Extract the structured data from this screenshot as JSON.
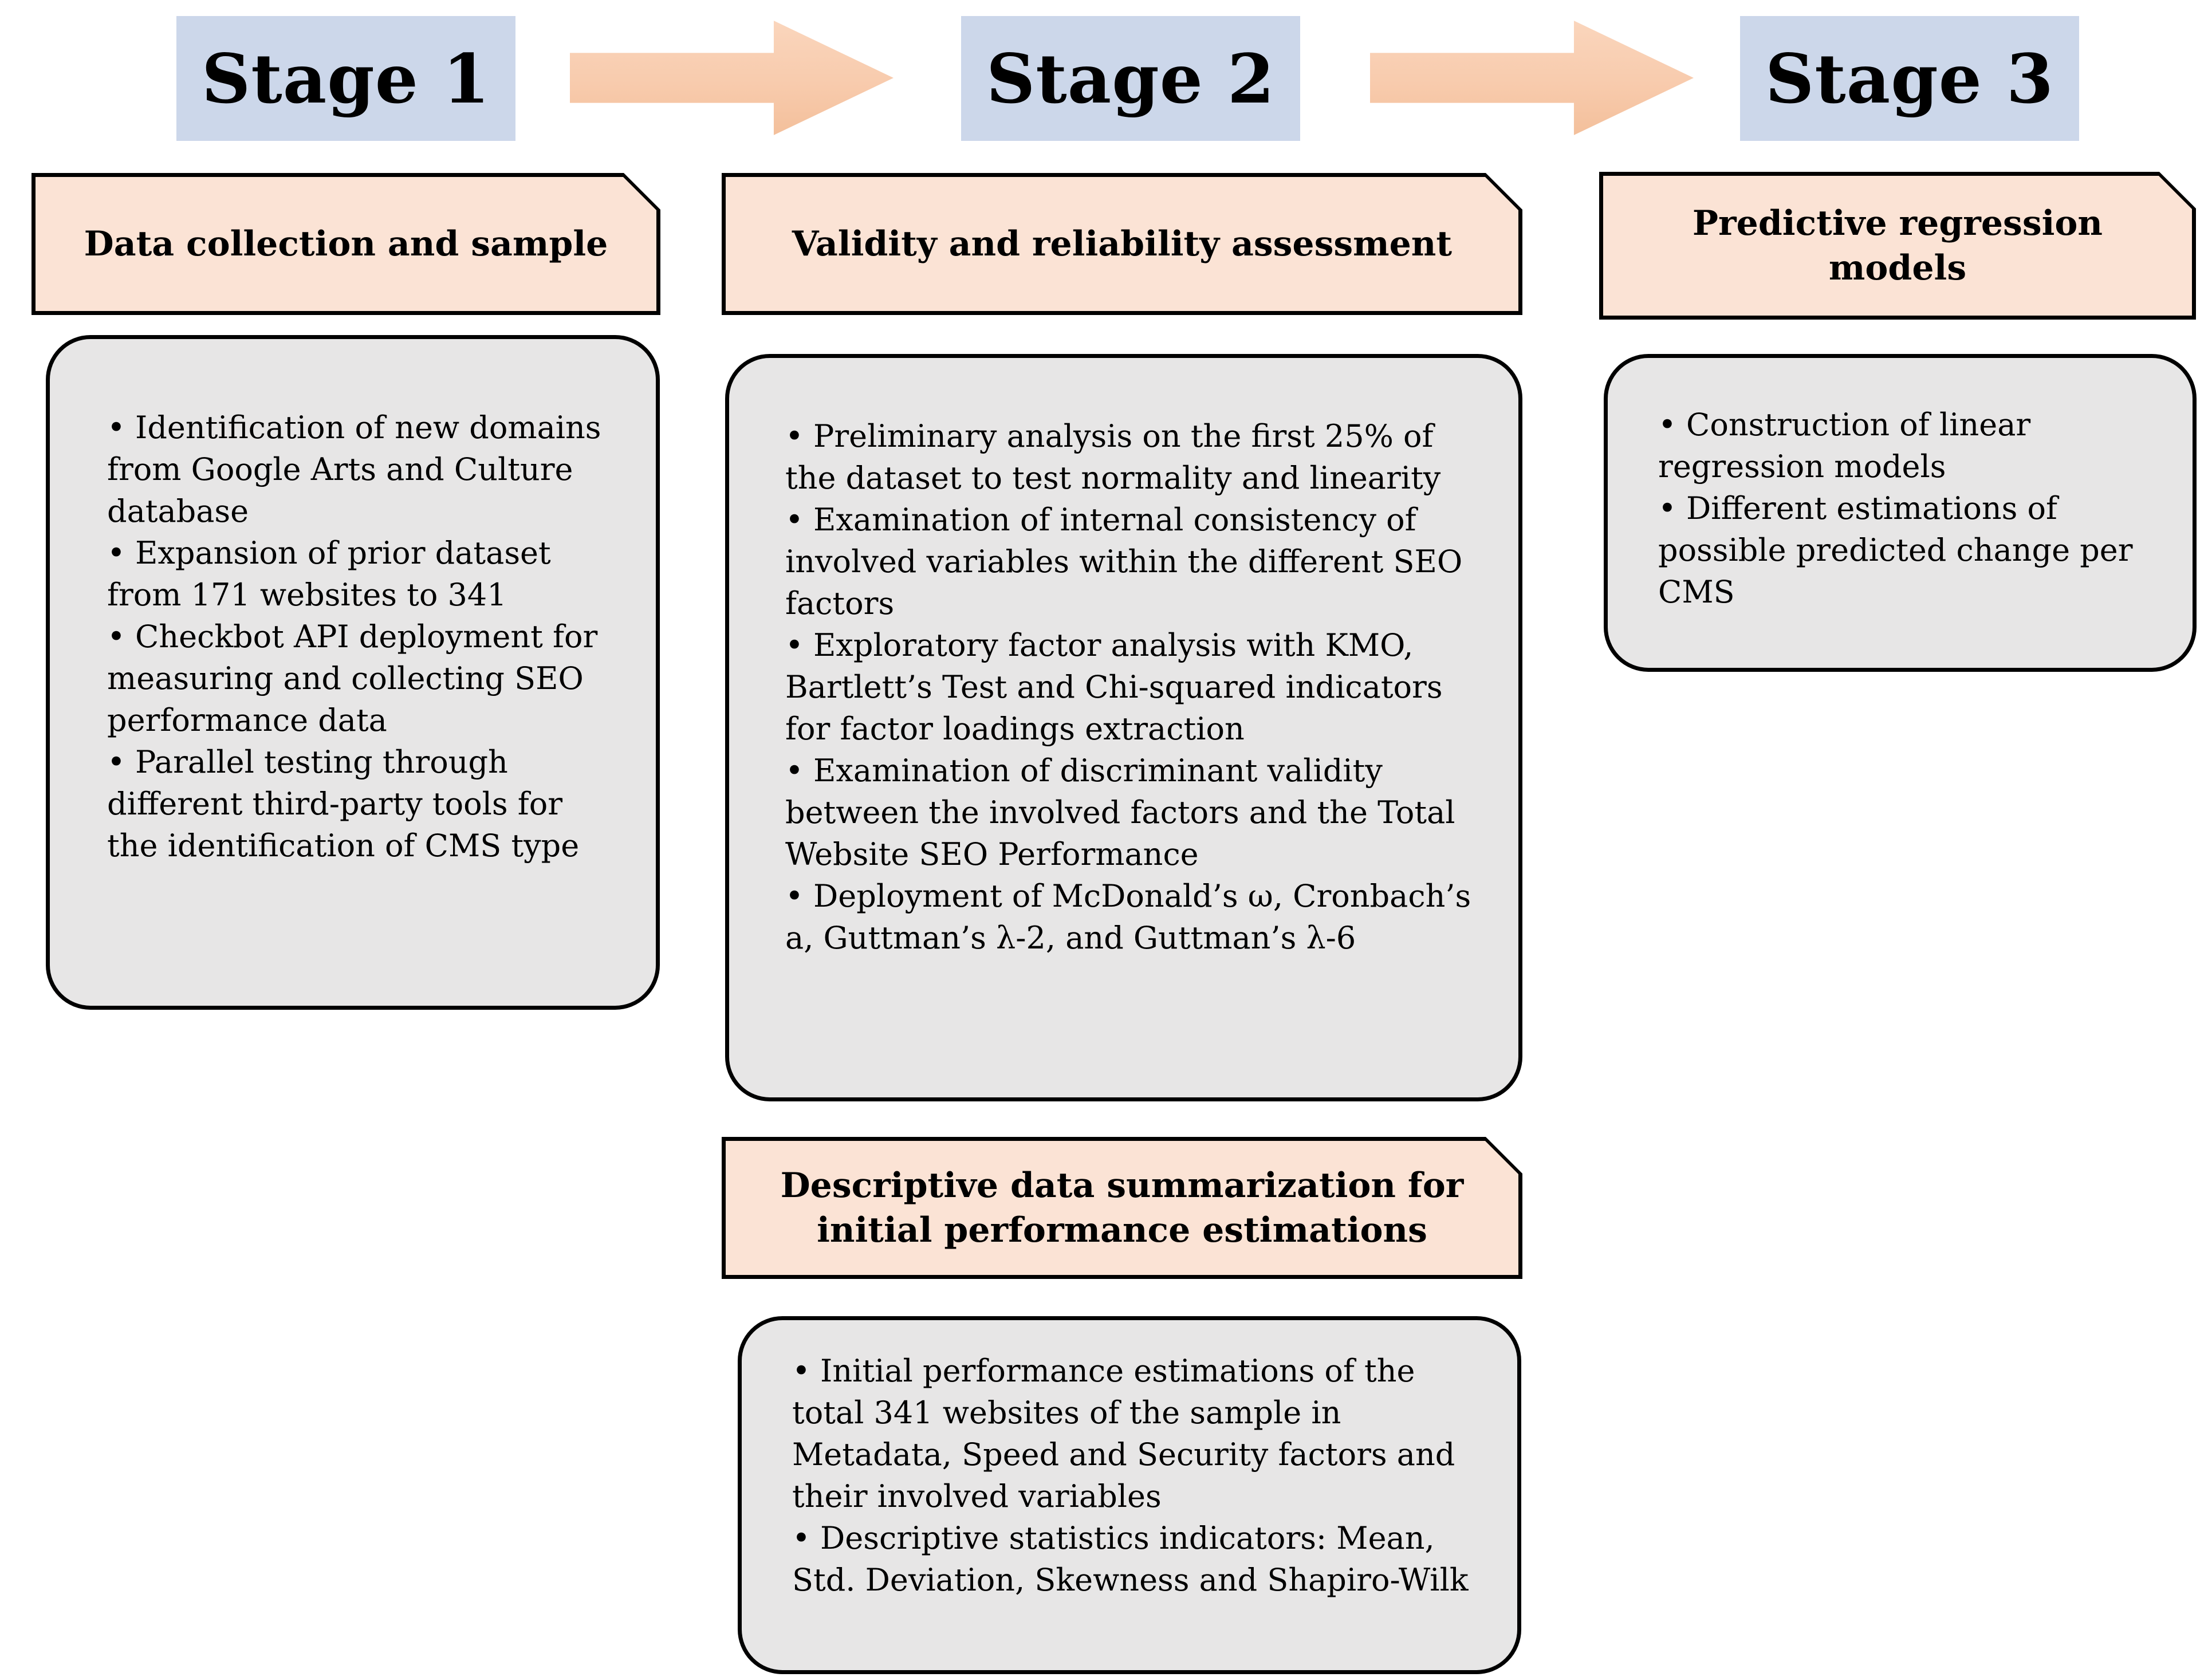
{
  "diagram": {
    "stages": [
      {
        "label": "Stage 1"
      },
      {
        "label": "Stage 2"
      },
      {
        "label": "Stage 3"
      }
    ],
    "columns": [
      {
        "header": "Data collection and sample",
        "bullets": [
          "• Identification of new domains from Google Arts and Culture database",
          "• Expansion of prior dataset from 171 websites to 341",
          "• Checkbot API deployment for measuring and collecting SEO performance data",
          "• Parallel testing through different third-party tools for the identification of CMS type"
        ]
      },
      {
        "header": "Validity and reliability assessment",
        "bullets": [
          "• Preliminary analysis on the first 25% of the dataset to test normality and linearity",
          "• Examination of internal consistency of involved variables within the different SEO factors",
          "• Exploratory factor analysis with KMO, Bartlett’s Test and Chi-squared indicators for factor loadings extraction",
          "• Examination of discriminant validity between the involved factors and the Total Website SEO Performance",
          "• Deployment of McDonald’s ω, Cronbach’s a, Guttman’s λ-2, and Guttman’s λ-6"
        ],
        "sub_section": {
          "header": "Descriptive data summarization for initial performance estimations",
          "bullets": [
            "• Initial performance estimations of the total 341 websites of the sample in Metadata, Speed and Security factors and their involved variables",
            "• Descriptive statistics indicators: Mean, Std. Deviation, Skewness and Shapiro-Wilk"
          ]
        }
      },
      {
        "header": "Predictive regression models",
        "bullets": [
          "• Construction of linear regression models",
          "• Different estimations of possible predicted change per CMS"
        ]
      }
    ],
    "icons": {
      "stage_connector": "arrow-right-icon"
    },
    "colors": {
      "stage_box_fill": "#ccd7ea",
      "header_box_fill": "#fbe3d5",
      "arrow_fill": "#f8cbad",
      "body_box_fill": "#e7e6e6",
      "border": "#000000",
      "text": "#000000",
      "background": "#ffffff"
    }
  }
}
